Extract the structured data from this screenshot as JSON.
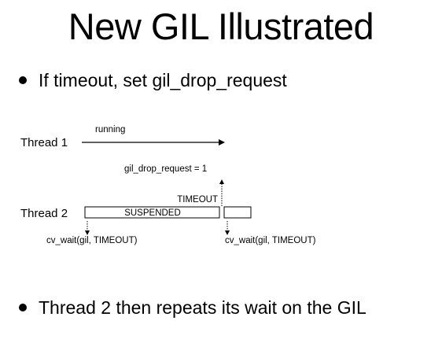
{
  "slide": {
    "title": "New GIL Illustrated"
  },
  "bullets": [
    {
      "text": "If timeout, set gil_drop_request"
    },
    {
      "text": "Thread 2 then repeats its wait on the GIL"
    }
  ],
  "diagram": {
    "thread1": {
      "label": "Thread 1",
      "arrow_label": "running"
    },
    "thread2": {
      "label": "Thread 2",
      "suspended_label": "SUSPENDED",
      "wait_call_1": "cv_wait(gil, TIMEOUT)",
      "wait_call_2": "cv_wait(gil, TIMEOUT)"
    },
    "timeout_label": "TIMEOUT",
    "drop_request_label": "gil_drop_request = 1"
  }
}
